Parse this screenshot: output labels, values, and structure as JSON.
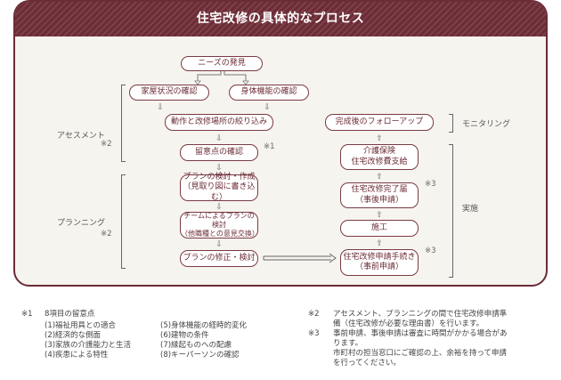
{
  "title": "住宅改修の具体的なプロセス",
  "nodes": {
    "needs": "ニーズの発見",
    "house": "家屋状況の確認",
    "body": "身体機能の確認",
    "narrow": "動作と改修場所の絞り込み",
    "points": "留意点の確認",
    "plan1": [
      "プランの検討・作成",
      "（見取り図に書き込む）"
    ],
    "plan2": [
      "チームによるプランの検討",
      "（他職種との意見交換）"
    ],
    "plan3": "プランの修正・検討",
    "apply": [
      "住宅改修申請手続き",
      "（事前申請）"
    ],
    "work": "施工",
    "complete": [
      "住宅改修完了届",
      "（事後申請）"
    ],
    "payment": [
      "介護保険",
      "住宅改修費支給"
    ],
    "followup": "完成後のフォローアップ"
  },
  "phases": {
    "assessment": "アセスメント",
    "planning": "プランニング",
    "monitoring": "モニタリング",
    "implementation": "実施"
  },
  "marks": {
    "m1": "※1",
    "m2": "※2",
    "m3": "※3"
  },
  "arrows": {
    "down": "⇩",
    "up": "⇧"
  },
  "footnotes": {
    "n1": {
      "mark": "※1",
      "title": "8項目の留意点",
      "col1": [
        "(1)福祉用具との適合",
        "(2)経済的な側面",
        "(3)家族の介護能力と生活",
        "(4)疾患による特性"
      ],
      "col2": [
        "(5)身体機能の経時的変化",
        "(6)建物の条件",
        "(7)縁起ものへの配慮",
        "(8)キーパーソンの確認"
      ]
    },
    "n2": {
      "mark": "※2",
      "lines": [
        "アセスメント、プランニングの間で住宅改修申請準",
        "備（住宅改修が必要な理由書）を行います。"
      ]
    },
    "n3": {
      "mark": "※3",
      "lines": [
        "事前申請、事後申請は審査に時間がかかる場合があ",
        "ります。",
        "市町村の担当窓口にご確認の上、余裕を持って申請",
        "を行ってください。"
      ]
    }
  }
}
